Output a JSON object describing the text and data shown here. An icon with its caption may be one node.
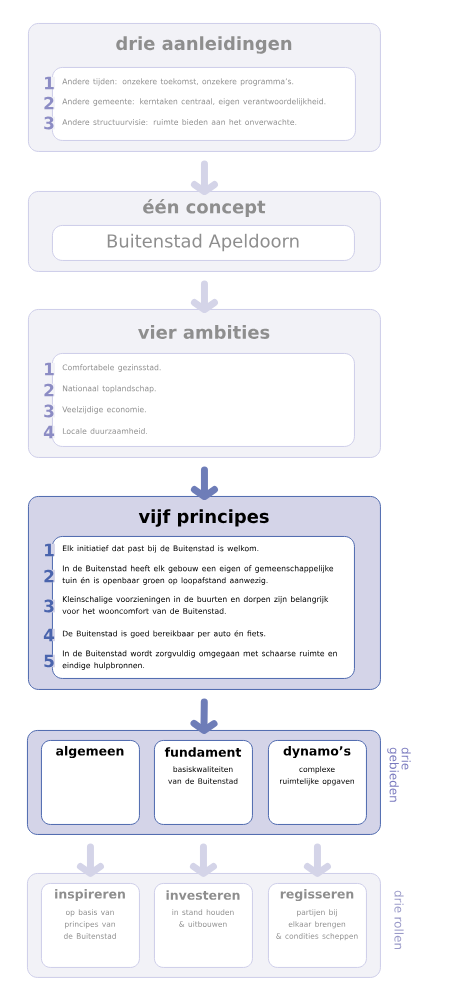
{
  "diagram": {
    "nodes": [
      {
        "text": [
          "drie aanleidingen"
        ]
      },
      {
        "text": [
          "Andere tijden: onzekere toekomst, onzekere programma’s.",
          "Andere gemeente: kerntaken centraal, eigen verantwoordelijkheid.",
          "Andere structuurvisie: ruimte bieden aan het onverwachte."
        ],
        "in": 0,
        "beside": [
          "1",
          "2",
          "3"
        ]
      },
      {
        "text": [
          "één concept"
        ]
      },
      {
        "text": [
          "Buitenstad Apeldoorn"
        ],
        "in": 2
      },
      {
        "text": [
          "vier ambities"
        ]
      },
      {
        "text": [
          "Comfortabele gezinsstad.",
          "Nationaal toplandschap.",
          "Veelzijdige economie.",
          "Locale duurzaamheid."
        ],
        "in": 4,
        "beside": [
          "1",
          "2",
          "3",
          "4"
        ]
      },
      {
        "text": [
          "vijf principes"
        ]
      },
      {
        "text": [
          "Elk initiatief dat past bij de Buitenstad is welkom.",
          "In de Buitenstad heeft elk gebouw een eigen of gemeenschappelijke tuin én is openbaar groen op loopafstand aanwezig.",
          "Kleinschalige voorzieningen in de buurten en dorpen zijn belangrijk voor het wooncomfort van de Buitenstad.",
          "De Buitenstad is goed bereikbaar per auto én fiets.",
          "In de Buitenstad wordt zorgvuldig omgegaan met schaarse ruimte en eindige hulpbronnen."
        ],
        "in": 6,
        "beside": [
          "1",
          "2",
          "3",
          "4",
          "5"
        ]
      },
      {
        "text": [],
        "shape": "box",
        "beside": [
          "drie gebieden"
        ]
      },
      {
        "text": [
          "algemeen"
        ],
        "in": 8
      },
      {
        "text": [
          "fundament",
          "basiskwaliteiten van de Buitenstad"
        ],
        "in": 8
      },
      {
        "text": [
          "dynamo’s",
          "complexe ruimtelijke opgaven"
        ],
        "in": 8
      },
      {
        "text": [],
        "shape": "box",
        "beside": [
          "drie rollen"
        ]
      },
      {
        "text": [
          "inspireren",
          "op basis van principes van de Buitenstad"
        ],
        "in": 12
      },
      {
        "text": [
          "investeren",
          "in stand houden & uitbouwen"
        ],
        "in": 12
      },
      {
        "text": [
          "regisseren",
          "partijen bij elkaar brengen & condities scheppen"
        ],
        "in": 12
      }
    ],
    "edges": [
      {
        "from": 0,
        "to": 2,
        "arrow": "to"
      },
      {
        "from": 2,
        "to": 4,
        "arrow": "to"
      },
      {
        "from": 4,
        "to": 6,
        "arrow": "to",
        "color": "#6e7db8"
      },
      {
        "from": 6,
        "to": 8,
        "arrow": "to",
        "color": "#6e7db8"
      },
      {
        "from": 9,
        "to": 13,
        "arrow": "to"
      },
      {
        "from": 10,
        "to": 14,
        "arrow": "to"
      },
      {
        "from": 11,
        "to": 15,
        "arrow": "to"
      }
    ]
  }
}
